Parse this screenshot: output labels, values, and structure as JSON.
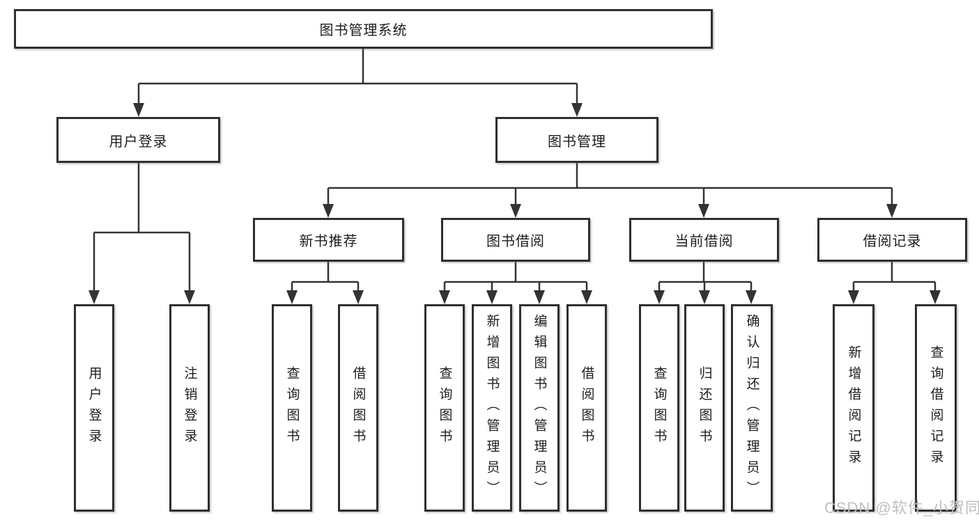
{
  "diagram": {
    "root": {
      "label": "图书管理系统"
    },
    "branches": [
      {
        "label": "用户登录",
        "children": [
          {
            "label": "用户登录"
          },
          {
            "label": "注销登录"
          }
        ]
      },
      {
        "label": "图书管理",
        "children": [
          {
            "label": "新书推荐",
            "children": [
              {
                "label": "查询图书"
              },
              {
                "label": "借阅图书"
              }
            ]
          },
          {
            "label": "图书借阅",
            "children": [
              {
                "label": "查询图书"
              },
              {
                "label": "新增图书（管理员）"
              },
              {
                "label": "编辑图书（管理员）"
              },
              {
                "label": "借阅图书"
              }
            ]
          },
          {
            "label": "当前借阅",
            "children": [
              {
                "label": "查询图书"
              },
              {
                "label": "归还图书"
              },
              {
                "label": "确认归还（管理员）"
              }
            ]
          },
          {
            "label": "借阅记录",
            "children": [
              {
                "label": "新增借阅记录"
              },
              {
                "label": "查询借阅记录"
              }
            ]
          }
        ]
      }
    ]
  },
  "watermark": "CSDN @软件_小贺同学",
  "colors": {
    "line": "#333333",
    "box_border": "#2f2f2f",
    "text": "#1d1d1d",
    "background": "#ffffff",
    "watermark": "#bfbfbf"
  }
}
